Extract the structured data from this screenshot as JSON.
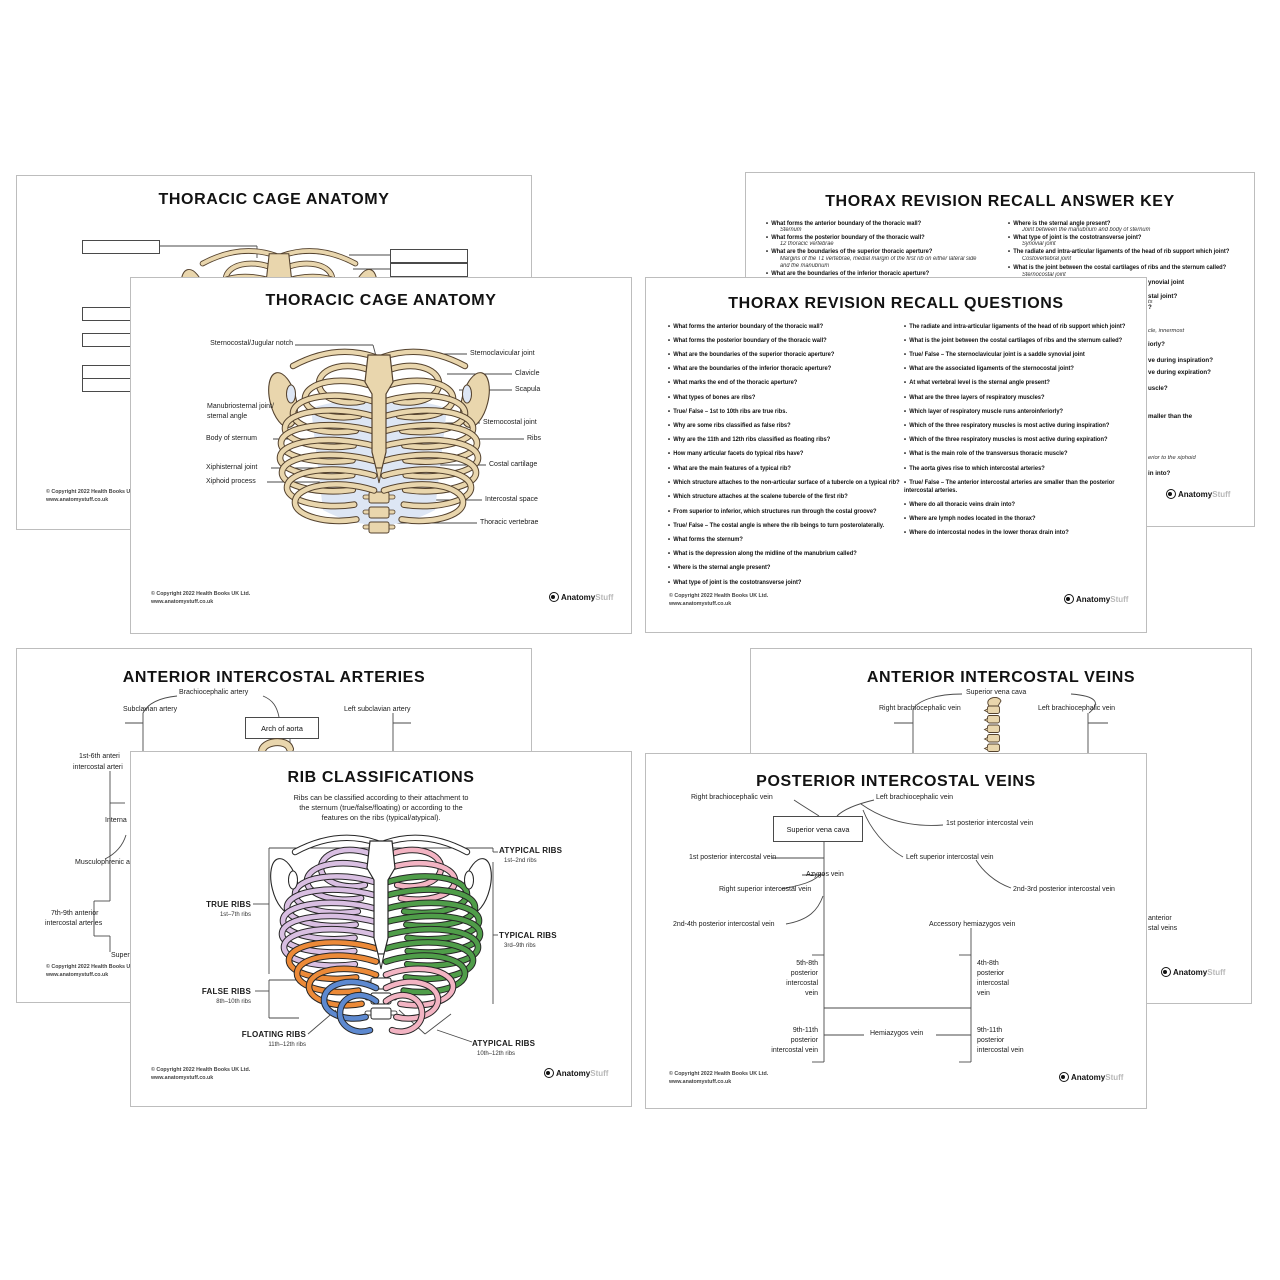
{
  "footer": {
    "copyright_line1": "© Copyright 2022 Health Books UK Ltd.",
    "copyright_line2": "www.anatomystuff.co.uk",
    "brand_bold": "Anatomy",
    "brand_light": "Stuff"
  },
  "colors": {
    "bone": "#e9d6ad",
    "bone_outline": "#54422e",
    "cartilage": "#dde6f4",
    "paper_border": "#bdbdbd",
    "line": "#4a4a4a",
    "text": "#1b1b1b",
    "true_ribs": "#d9bfe2",
    "false_ribs": "#ec8a38",
    "floating_ribs": "#5d89d0",
    "typical_ribs": "#4f9d49",
    "atypical_ribs": "#f3b4c3",
    "white_bone_outline": "#262626"
  },
  "rib_classification": {
    "left": [
      "true",
      "true",
      "true",
      "true",
      "true",
      "true",
      "true",
      "false",
      "false",
      "false",
      "floating",
      "floating"
    ],
    "right": [
      "atypical",
      "atypical",
      "typical",
      "typical",
      "typical",
      "typical",
      "typical",
      "typical",
      "typical",
      "atypical",
      "atypical",
      "atypical"
    ]
  },
  "tl_back": {
    "title": "THORACIC CAGE ANATOMY"
  },
  "tl_front": {
    "title": "THORACIC CAGE ANATOMY",
    "labels": [
      "Sternocostal/Jugular notch",
      "Sternoclavicular joint",
      "Clavicle",
      "Scapula",
      "Manubriosternal joint/",
      "sternal angle",
      "Sternocostal joint",
      "Body of sternum",
      "Ribs",
      "Xiphisternal joint",
      "Costal cartilage",
      "Xiphoid process",
      "Intercostal space",
      "Thoracic vertebrae"
    ]
  },
  "tr_back": {
    "title": "THORAX REVISION RECALL ANSWER KEY",
    "questions_left": [
      "What forms the anterior boundary of the thoracic wall?",
      "What forms the posterior boundary of the thoracic wall?",
      "What are the boundaries of the superior thoracic aperture?",
      "What are the boundaries of the inferior thoracic aperture?"
    ],
    "answers_left": [
      [
        "Sternum"
      ],
      [
        "12 thoracic vertebrae"
      ],
      [
        "Margins of the T1 vertebrae, medial margin of the first rib on either lateral side",
        "and the manubrium"
      ],
      []
    ],
    "questions_right": [
      "Where is the sternal angle present?",
      "What type of joint is the costotransverse joint?",
      "The radiate and intra-articular ligaments of the head of rib support which joint?",
      "What is the joint between the costal cartilages of ribs and the sternum called?"
    ],
    "answers_right": [
      [
        "Joint between the manubrium and body of sternum"
      ],
      [
        "Synovial joint"
      ],
      [
        "Costovertebral joint"
      ],
      [
        "Sternocostal joint"
      ]
    ],
    "fragments": [
      "ynovial joint",
      "stal joint?",
      "ts",
      "?",
      "cle, innermost",
      "iorly?",
      "ve during inspiration?",
      "ve during expiration?",
      "uscle?",
      "maller than the",
      "erior to the xiphoid",
      "in into?"
    ]
  },
  "tr_front": {
    "title": "THORAX REVISION RECALL QUESTIONS",
    "questions_left": [
      "What forms the anterior boundary of the thoracic wall?",
      "What forms the posterior boundary of the thoracic wall?",
      "What are the boundaries of the superior thoracic aperture?",
      "What are the boundaries of the inferior thoracic aperture?",
      "What marks the end of the thoracic aperture?",
      "What types of bones are ribs?",
      "True/ False – 1st to 10th ribs are true ribs.",
      "Why are some ribs classified as false ribs?",
      "Why are the 11th and 12th ribs classified as floating ribs?",
      "How many articular facets do typical ribs have?",
      "What are the main features of a typical rib?",
      "Which structure attaches to the non-articular surface of a tubercle on a typical rib?",
      "Which structure attaches at the scalene tubercle of the first rib?",
      "From superior to inferior, which structures run through the costal groove?",
      "True/ False – The costal angle is where the rib beings to turn posterolaterally.",
      "What forms the sternum?",
      "What is the depression along the midline of the manubrium called?",
      "Where is the sternal angle present?",
      "What type of joint is the costotransverse joint?"
    ],
    "questions_right": [
      "The radiate and intra-articular ligaments of the head of rib support which joint?",
      "What is the joint between the costal cartilages of ribs and the sternum called?",
      "True/ False – The sternoclavicular joint is a saddle synovial joint",
      "What are the associated ligaments of the sternocostal joint?",
      "At what vertebral level is the sternal angle present?",
      "What are the three layers of respiratory muscles?",
      "Which layer of respiratory muscle runs anteroinferiorly?",
      "Which of the three respiratory muscles is most active during inspiration?",
      "Which of the three respiratory muscles is most active during expiration?",
      "What is the main role of the transversus thoracic muscle?",
      "The aorta gives rise to which intercostal arteries?",
      "True/ False – The anterior intercostal arteries are smaller than the posterior intercostal arteries.",
      "Where do all thoracic veins drain into?",
      "Where are lymph nodes located in the thorax?",
      "Where do intercostal nodes in the lower thorax drain into?"
    ]
  },
  "bl_back": {
    "title": "ANTERIOR INTERCOSTAL ARTERIES",
    "labels": [
      "Brachiocephalic artery",
      "Subclavian artery",
      "Left subclavian artery"
    ],
    "box_label": "Arch of aorta",
    "fragments": [
      "1st-6th anteri",
      "intercostal arteri",
      "Interna",
      "Musculophrenic a",
      "7th-9th anterior",
      "intercostal arteries",
      "Superi"
    ]
  },
  "br_back": {
    "title": "ANTERIOR INTERCOSTAL VEINS",
    "labels": [
      "Superior vena cava",
      "Right brachiocephalic vein",
      "Left brachiocephalic vein"
    ],
    "fragments": [
      "anterior",
      "stal veins"
    ]
  },
  "bl_front": {
    "title": "RIB CLASSIFICATIONS",
    "subtitle": [
      "Ribs can be classified according to their attachment to",
      "the sternum (true/false/floating) or according to the",
      "features on the ribs (typical/atypical)."
    ],
    "labels": [
      "TRUE RIBS",
      "1st–7th ribs",
      "FALSE RIBS",
      "8th–10th ribs",
      "FLOATING RIBS",
      "11th–12th ribs",
      "ATYPICAL RIBS",
      "1st–2nd ribs",
      "TYPICAL RIBS",
      "3rd–9th ribs",
      "ATYPICAL RIBS",
      "10th–12th ribs"
    ]
  },
  "br_front": {
    "title": "POSTERIOR INTERCOSTAL VEINS",
    "box_label": "Superior vena cava",
    "labels": [
      "Right brachiocephalic vein",
      "Left brachiocephalic vein",
      "1st posterior intercostal vein",
      "1st posterior intercostal vein",
      "Left superior intercostal vein",
      "Azygos vein",
      "Right superior intercostal vein",
      "2nd-3rd posterior intercostal vein",
      "2nd-4th posterior intercostal vein",
      "Accessory hemiazygos vein",
      "5th-8th",
      "posterior",
      "intercostal",
      "vein",
      "4th-8th",
      "posterior",
      "intercostal",
      "vein",
      "9th-11th",
      "posterior",
      "intercostal vein",
      "Hemiazygos vein",
      "9th-11th",
      "posterior",
      "intercostal vein"
    ]
  }
}
